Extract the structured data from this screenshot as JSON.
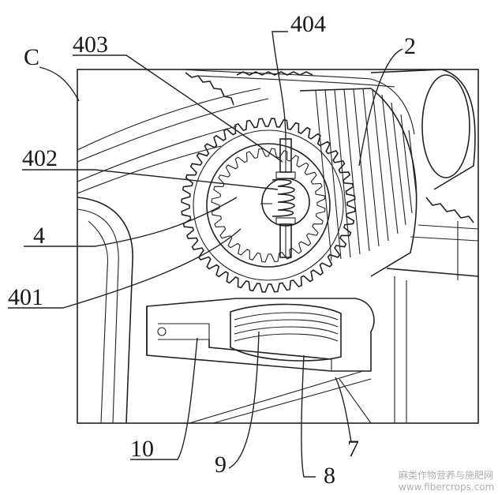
{
  "labels": {
    "c": "C",
    "l404": "404",
    "l403": "403",
    "l2": "2",
    "l402": "402",
    "l4": "4",
    "l401": "401",
    "l10": "10",
    "l9": "9",
    "l8": "8",
    "l7": "7"
  },
  "watermark": {
    "line1": "麻类作物营养与施肥网",
    "line2": "www.fibercrops.com"
  }
}
